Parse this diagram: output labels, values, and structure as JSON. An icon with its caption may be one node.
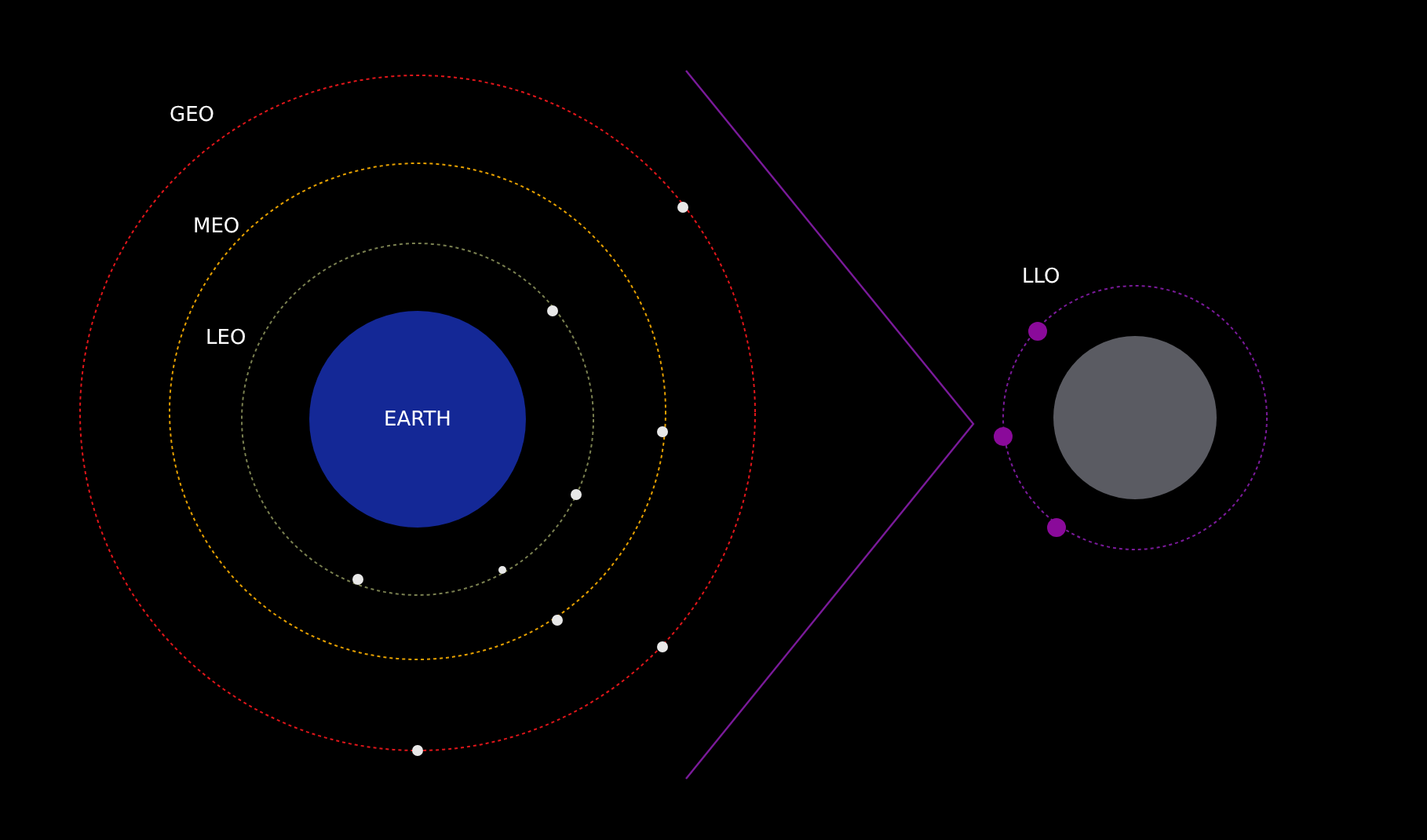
{
  "diagram": {
    "nodes": [
      {
        "text": [
          "EARTH"
        ]
      },
      {
        "text": [],
        "shape": "circle"
      }
    ],
    "labels": [
      "GEO",
      "MEO",
      "LEO",
      "LLO"
    ]
  }
}
